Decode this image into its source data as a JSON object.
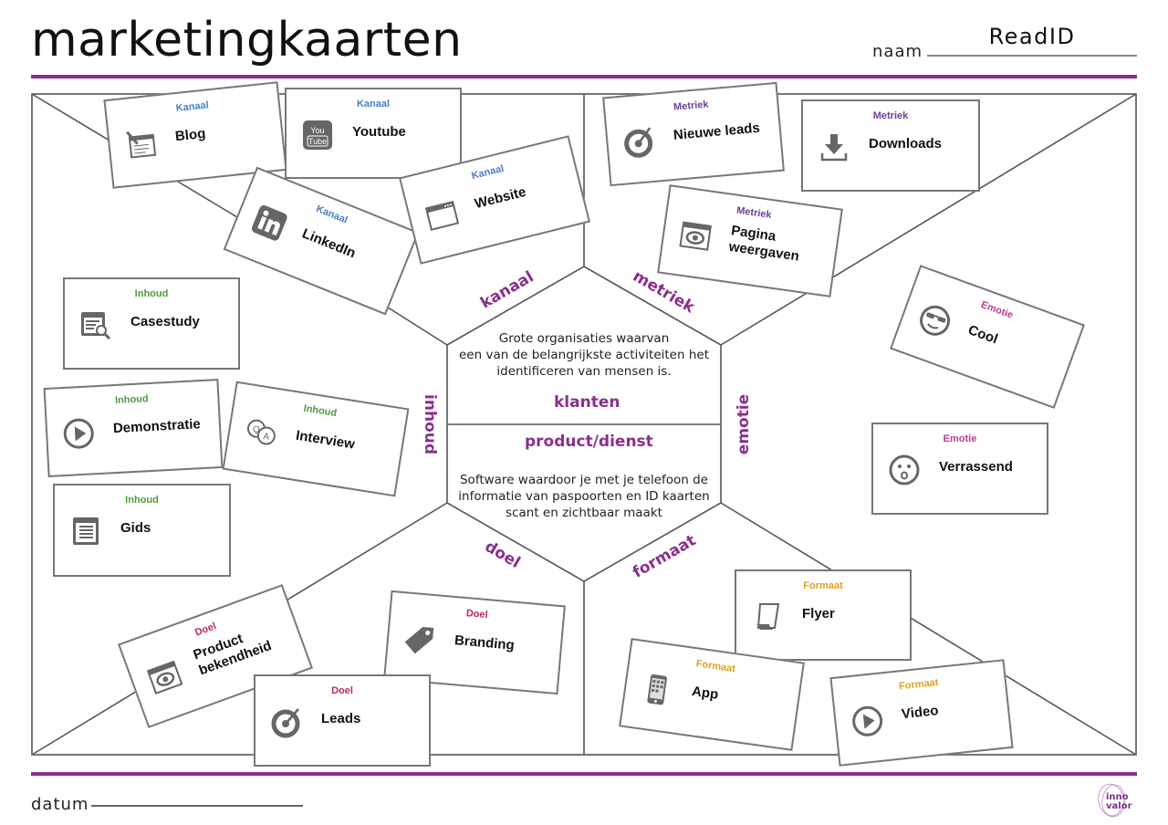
{
  "header": {
    "title": "marketingkaarten",
    "naam_label": "naam",
    "naam_value": "ReadID"
  },
  "footer": {
    "datum_label": "datum",
    "logo_text": [
      "inno",
      "valor"
    ]
  },
  "center": {
    "klanten_text": [
      "Grote organisaties waarvan",
      "een van de belangrijkste activiteiten het",
      "identificeren van mensen is."
    ],
    "klanten_label": "klanten",
    "product_label": "product/dienst",
    "product_text": [
      "Software waardoor je met je telefoon de",
      "informatie van paspoorten en ID kaarten",
      "scant en zichtbaar maakt"
    ]
  },
  "segments": {
    "kanaal": "kanaal",
    "metriek": "metriek",
    "inhoud": "inhoud",
    "emotie": "emotie",
    "doel": "doel",
    "formaat": "formaat"
  },
  "cards": [
    {
      "category": "Kanaal",
      "label": "Blog",
      "icon": "blog-icon"
    },
    {
      "category": "Kanaal",
      "label": "Youtube",
      "icon": "youtube-icon"
    },
    {
      "category": "Kanaal",
      "label": "LinkedIn",
      "icon": "linkedin-icon"
    },
    {
      "category": "Kanaal",
      "label": "Website",
      "icon": "browser-window-icon"
    },
    {
      "category": "Metriek",
      "label": "Nieuwe leads",
      "icon": "target-icon"
    },
    {
      "category": "Metriek",
      "label": "Downloads",
      "icon": "download-icon"
    },
    {
      "category": "Metriek",
      "label": "Pagina weergaven",
      "icon": "page-view-eye-icon"
    },
    {
      "category": "Inhoud",
      "label": "Casestudy",
      "icon": "casestudy-search-icon"
    },
    {
      "category": "Inhoud",
      "label": "Demonstratie",
      "icon": "play-icon"
    },
    {
      "category": "Inhoud",
      "label": "Interview",
      "icon": "qa-speech-bubbles-icon"
    },
    {
      "category": "Inhoud",
      "label": "Gids",
      "icon": "guide-list-icon"
    },
    {
      "category": "Emotie",
      "label": "Cool",
      "icon": "sunglasses-face-icon"
    },
    {
      "category": "Emotie",
      "label": "Verrassend",
      "icon": "surprised-face-icon"
    },
    {
      "category": "Doel",
      "label": "Product bekendheid",
      "icon": "page-view-eye-icon"
    },
    {
      "category": "Doel",
      "label": "Branding",
      "icon": "tag-icon"
    },
    {
      "category": "Doel",
      "label": "Leads",
      "icon": "target-icon"
    },
    {
      "category": "Formaat",
      "label": "Flyer",
      "icon": "flyer-page-icon"
    },
    {
      "category": "Formaat",
      "label": "App",
      "icon": "smartphone-icon"
    },
    {
      "category": "Formaat",
      "label": "Video",
      "icon": "play-icon"
    }
  ],
  "colors": {
    "accent": "#8a2f8c",
    "kanaal": "#4a7fc1",
    "metriek": "#6a3f9a",
    "inhoud": "#4f9a3c",
    "emotie": "#c0399a",
    "doel": "#c2294f",
    "formaat": "#e0a020"
  }
}
